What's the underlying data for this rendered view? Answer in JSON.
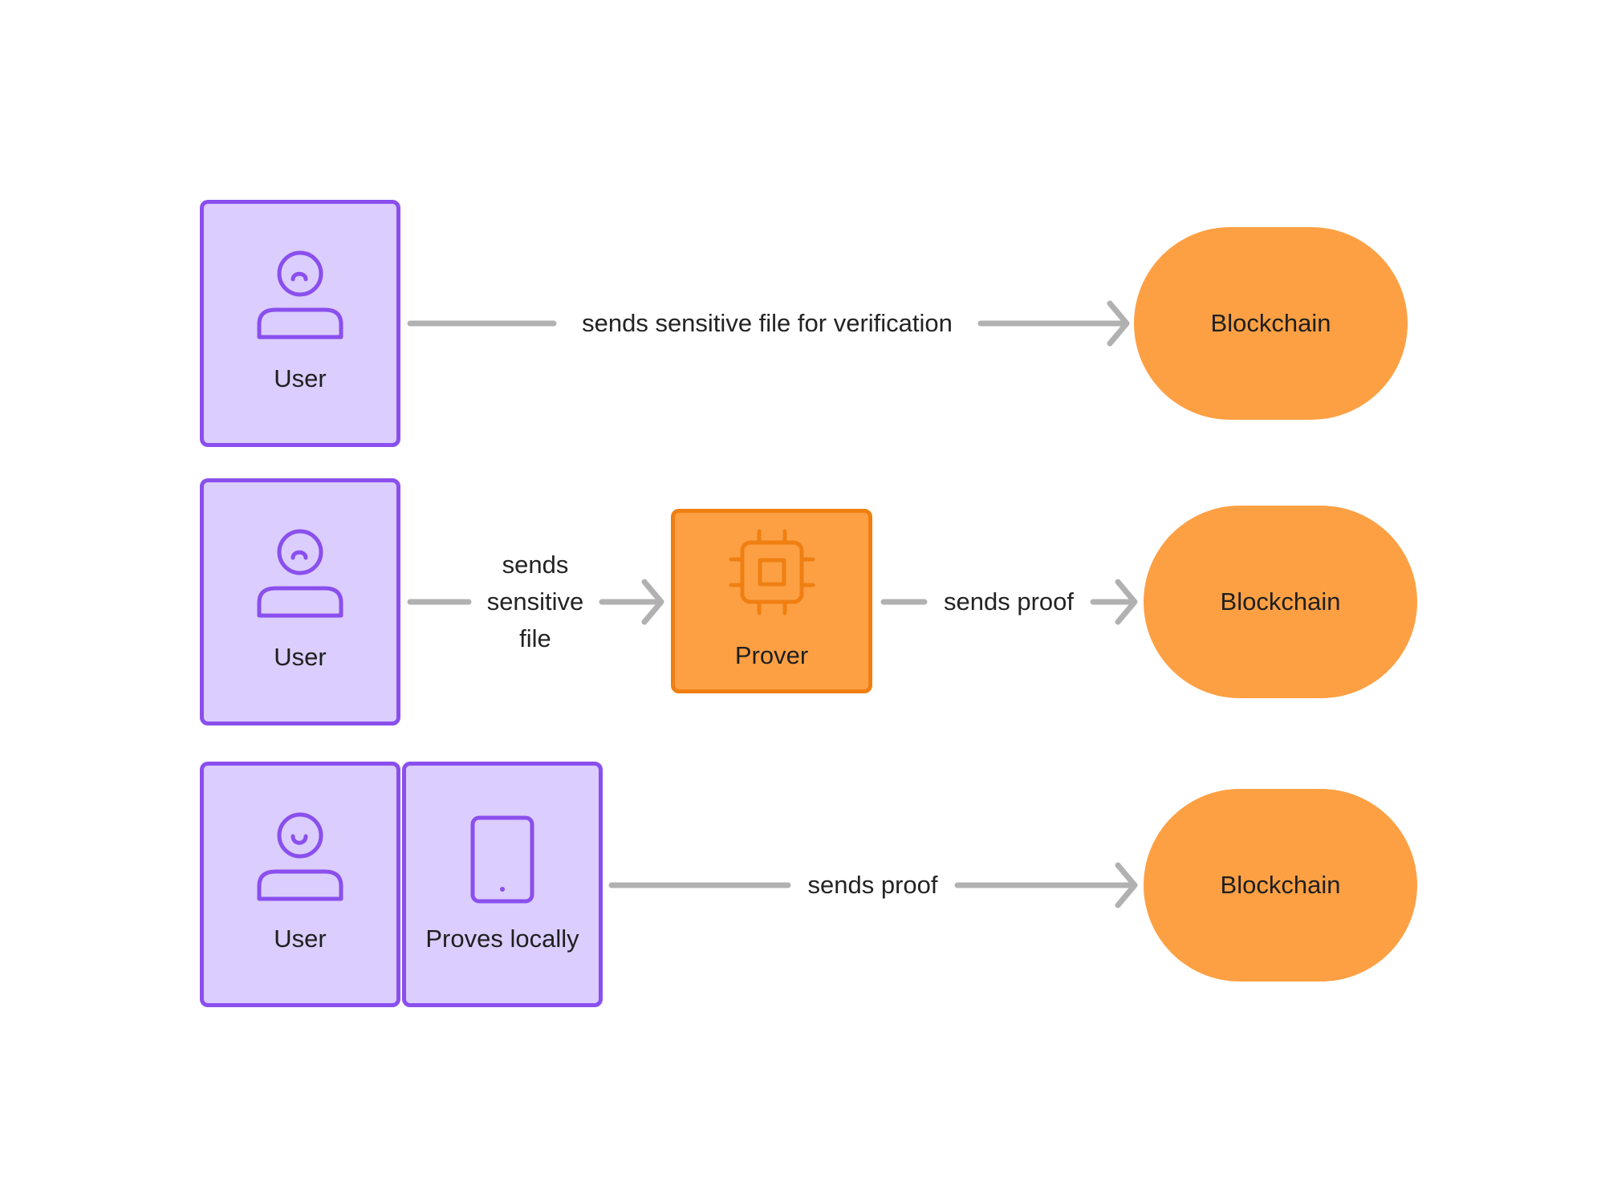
{
  "colors": {
    "user_fill": "#dbcdfd",
    "user_stroke": "#8a4fed",
    "prover_fill": "#fda044",
    "prover_stroke": "#f07f12",
    "blockchain_fill": "#fda044",
    "arrow": "#b1b1b1"
  },
  "rows": [
    {
      "user_label": "User",
      "edge_label": "sends sensitive file for verification",
      "target_label": "Blockchain"
    },
    {
      "user_label": "User",
      "edge1_label": "sends\nsensitive\nfile",
      "prover_label": "Prover",
      "edge2_label": "sends proof",
      "target_label": "Blockchain"
    },
    {
      "user_label": "User",
      "device_label": "Proves locally",
      "edge_label": "sends proof",
      "target_label": "Blockchain"
    }
  ],
  "icons": {
    "user": "user-icon",
    "chip": "chip-icon",
    "phone": "phone-icon"
  }
}
